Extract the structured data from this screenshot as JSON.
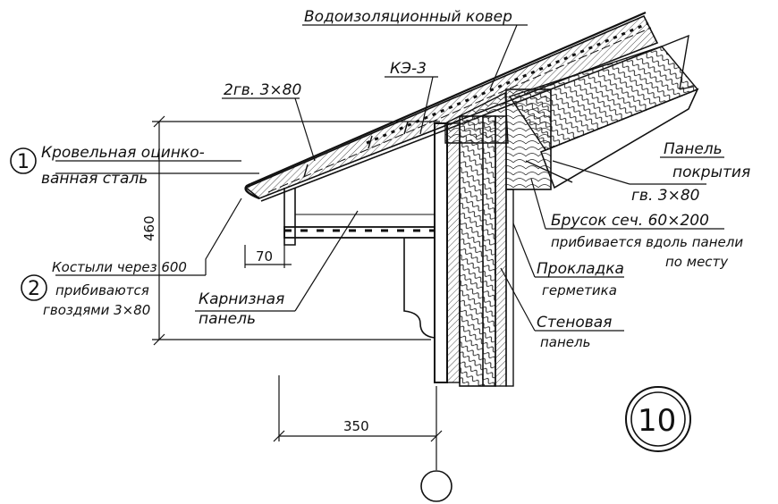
{
  "labels": {
    "waterproof_carpet": "Водоизоляционный ковер",
    "ke3": "КЭ-3",
    "nail_top": "2гв. 3×80",
    "callout1_num": "1",
    "roofing_steel_line1": "Кровельная оцинко-",
    "roofing_steel_line2": "ванная сталь",
    "height_460": "460",
    "dim_70": "70",
    "callout2_num": "2",
    "crutches_line1": "Костыли через 600",
    "crutches_line2": "прибиваются",
    "crutches_line3": "гвоздями 3×80",
    "eaves_panel_line1": "Карнизная",
    "eaves_panel_line2": "панель",
    "cover_panel_line1": "Панель",
    "cover_panel_line2": "покрытия",
    "nail_right": "гв. 3×80",
    "beam_line1": "Брусок сеч. 60×200",
    "beam_line2": "прибивается вдоль панели",
    "beam_line3": "по месту",
    "gasket_line1": "Прокладка",
    "gasket_line2": "герметика",
    "wall_panel_line1": "Стеновая",
    "wall_panel_line2": "панель",
    "dim_350": "350",
    "sheet_number": "10"
  },
  "colors": {
    "ink": "#111111",
    "paper": "#ffffff"
  }
}
